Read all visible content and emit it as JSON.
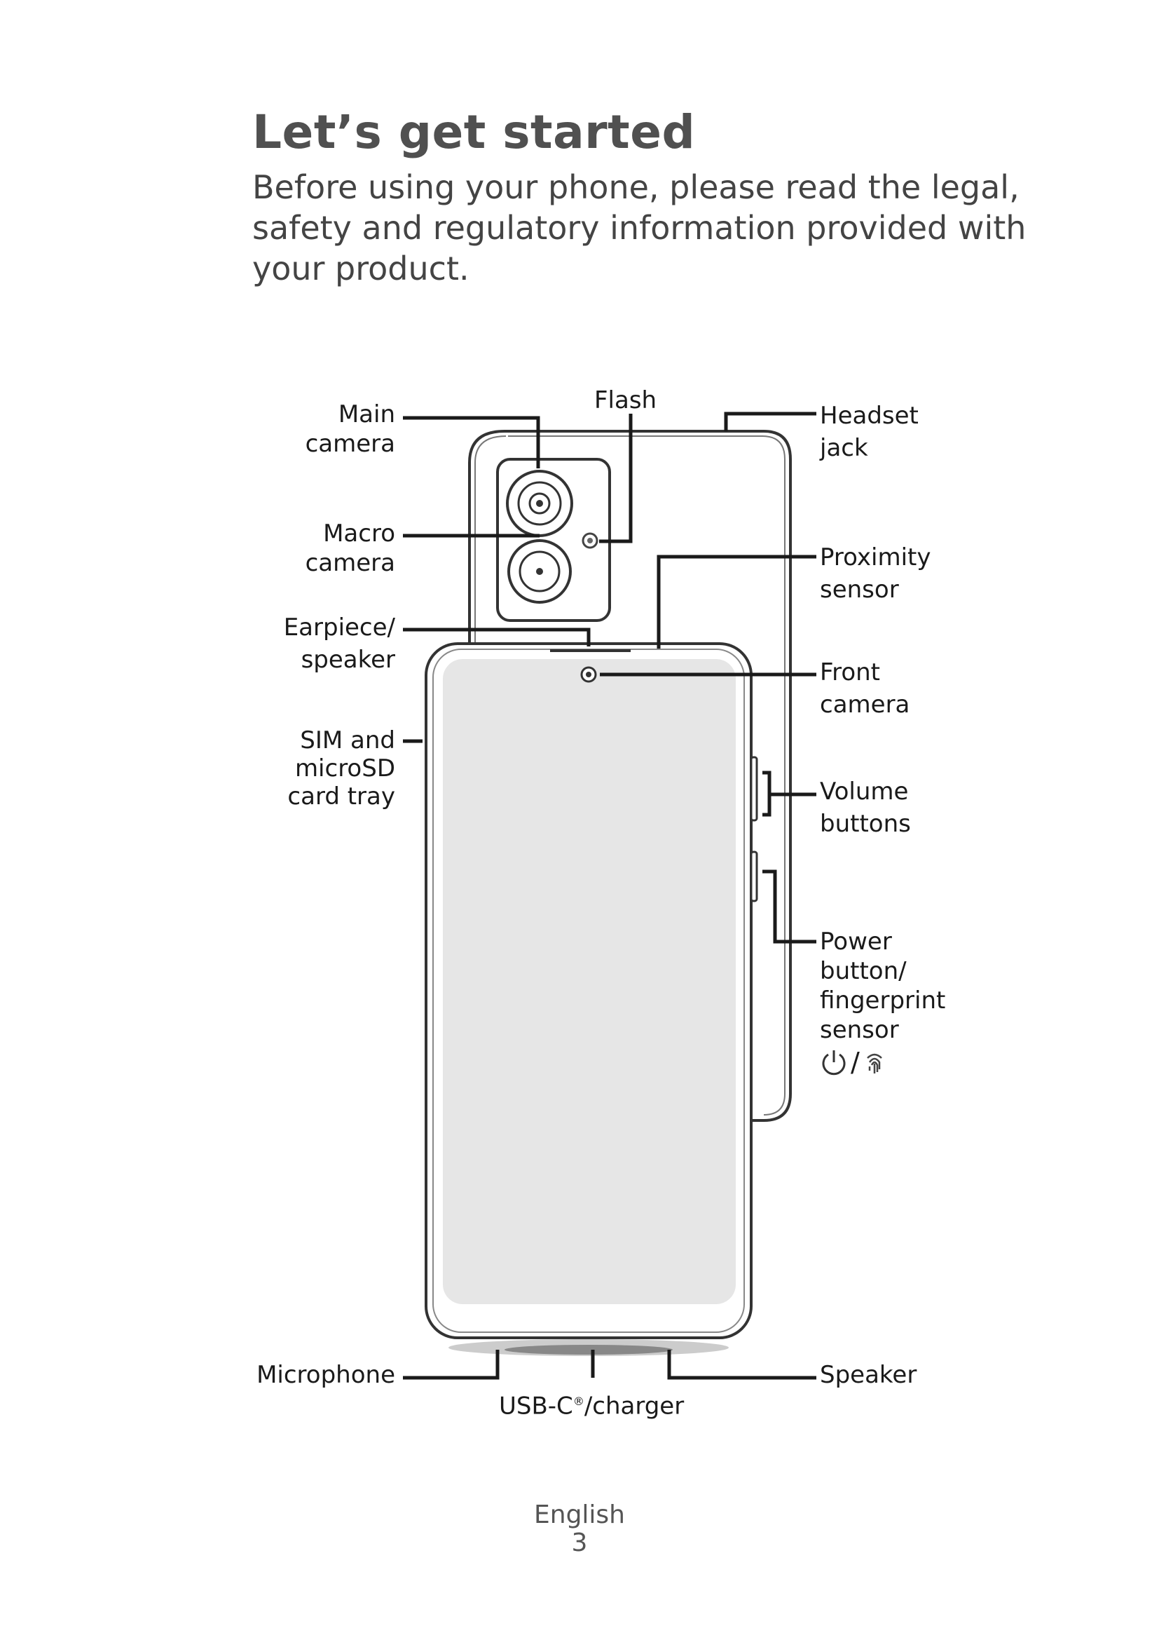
{
  "heading": "Let’s get started",
  "intro_lines": [
    "Before using your phone, please read the legal,",
    "safety and regulatory information provided with",
    "your product."
  ],
  "labels": {
    "main_camera": [
      "Main",
      "camera"
    ],
    "macro_camera": [
      "Macro",
      "camera"
    ],
    "earpiece": [
      "Earpiece/",
      "speaker"
    ],
    "sim_tray": [
      "SIM and",
      "microSD",
      "card tray"
    ],
    "flash": "Flash",
    "headset_jack": [
      "Headset",
      "jack"
    ],
    "proximity_sensor": [
      "Proximity",
      "sensor"
    ],
    "front_camera": [
      "Front",
      "camera"
    ],
    "volume_buttons": [
      "Volume",
      "buttons"
    ],
    "power_button": [
      "Power",
      "button/",
      "fingerprint",
      "sensor"
    ],
    "power_icons_separator": "/",
    "microphone": "Microphone",
    "usb_prefix": "USB-C",
    "usb_reg": "®",
    "usb_suffix": "/charger",
    "speaker": "Speaker"
  },
  "footer": {
    "language": "English",
    "page_number": "3"
  }
}
